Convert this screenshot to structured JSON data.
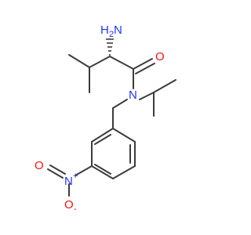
{
  "molecule": {
    "atoms": {
      "nh2": {
        "text": "H",
        "sub": "2",
        "suffix": "N",
        "color": "#2233ff"
      },
      "o_carbonyl": {
        "text": "O",
        "color": "#ff0d0d"
      },
      "n_amide": {
        "text": "N",
        "color": "#2233ff"
      },
      "n_nitro": {
        "text": "N",
        "charge": "+",
        "color": "#2233ff"
      },
      "o_nitro_double": {
        "text": "O",
        "color": "#ff0d0d"
      },
      "o_nitro_minus": {
        "text": "O",
        "charge": "-",
        "color": "#ff0d0d"
      }
    },
    "colors": {
      "bond": "#3c3c3c",
      "nitrogen": "#2233ff",
      "oxygen": "#ff0d0d"
    }
  }
}
